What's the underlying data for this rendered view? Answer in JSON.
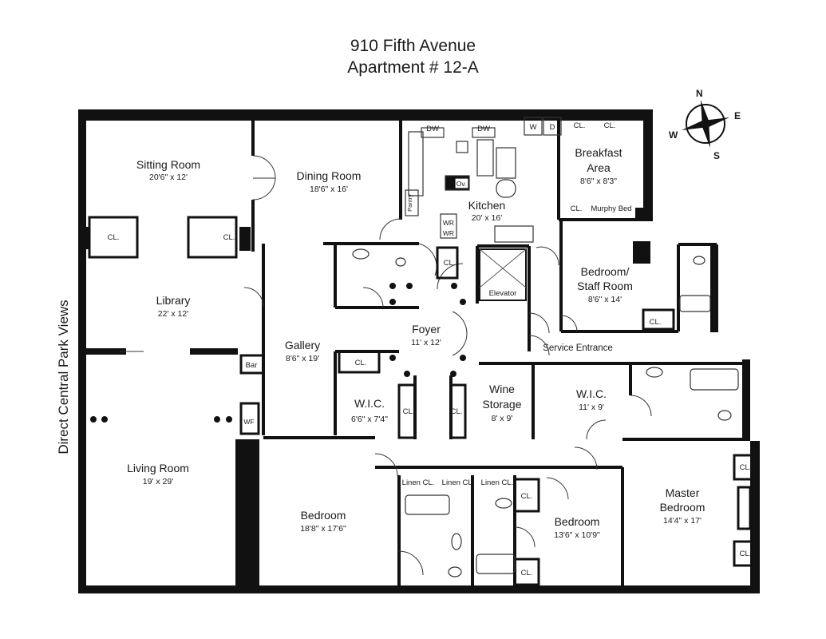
{
  "title": {
    "line1": "910 Fifth Avenue",
    "line2": "Apartment # 12-A"
  },
  "side_label": "Direct Central Park Views",
  "compass": {
    "n": "N",
    "s": "S",
    "e": "E",
    "w": "W"
  },
  "rooms": {
    "sitting_room": {
      "name": "Sitting Room",
      "dims": "20'6\" x 12'"
    },
    "dining_room": {
      "name": "Dining Room",
      "dims": "18'6\" x 16'"
    },
    "kitchen": {
      "name": "Kitchen",
      "dims": "20' x 16'"
    },
    "breakfast": {
      "name1": "Breakfast",
      "name2": "Area",
      "dims": "8'6\" x 8'3\""
    },
    "library": {
      "name": "Library",
      "dims": "22' x 12'"
    },
    "gallery": {
      "name": "Gallery",
      "dims": "8'6\" x 19'"
    },
    "foyer": {
      "name": "Foyer",
      "dims": "11' x 12'"
    },
    "staff_room": {
      "name1": "Bedroom/",
      "name2": "Staff Room",
      "dims": "8'6\" x 14'"
    },
    "service_entrance": {
      "name": "Service Entrance"
    },
    "wic_left": {
      "name": "W.I.C.",
      "dims": "6'6\" x 7'4\""
    },
    "wine_storage": {
      "name1": "Wine",
      "name2": "Storage",
      "dims": "8' x 9'"
    },
    "wic_right": {
      "name": "W.I.C.",
      "dims": "11' x 9'"
    },
    "living_room": {
      "name": "Living Room",
      "dims": "19' x 29'"
    },
    "bedroom_a": {
      "name": "Bedroom",
      "dims": "18'8\" x 17'6\""
    },
    "bedroom_b": {
      "name": "Bedroom",
      "dims": "13'6\" x 10'9\""
    },
    "master": {
      "name1": "Master",
      "name2": "Bedroom",
      "dims": "14'4\" x 17'"
    }
  },
  "fixtures": {
    "cl": "CL.",
    "dw": "DW",
    "w": "W",
    "d": "D",
    "ov": "Ov.",
    "pantry": "Pantry",
    "wr": "WR",
    "bar": "Bar",
    "wf": "WF",
    "elevator": "Elevator",
    "murphy_bed": "Murphy Bed",
    "linen_cl": "Linen CL."
  }
}
